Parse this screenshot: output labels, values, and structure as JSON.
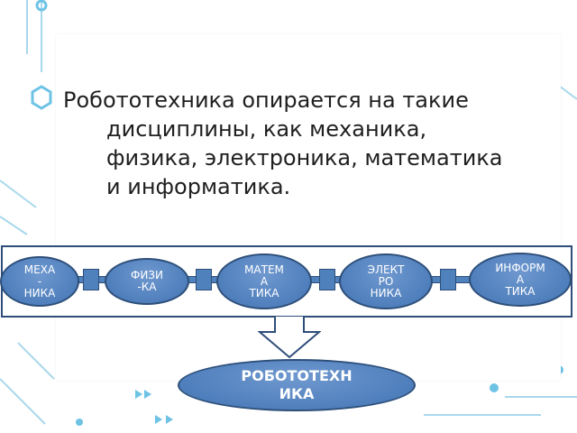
{
  "text": {
    "line1": "Робототехника опирается на такие",
    "line2": "дисциплины, как механика,",
    "line3": "физика, электроника, математика",
    "line4": "и информатика."
  },
  "disciplines": [
    {
      "label": "МЕХА\n-\nНИКА"
    },
    {
      "label": "ФИЗИ\n-КА"
    },
    {
      "label": "МАТЕМ\nА\nТИКА"
    },
    {
      "label": "ЭЛЕКТ\nРО\nНИКА"
    },
    {
      "label": "ИНФОРМ\nА\nТИКА"
    }
  ],
  "result": {
    "label": "РОБОТОТЕХН\nИКА"
  },
  "colors": {
    "ellipse_fill": "#4f7fbc",
    "ellipse_border": "#2e4f7a",
    "band_border": "#2f4d7a",
    "decor_line": "#6ec3e5"
  }
}
